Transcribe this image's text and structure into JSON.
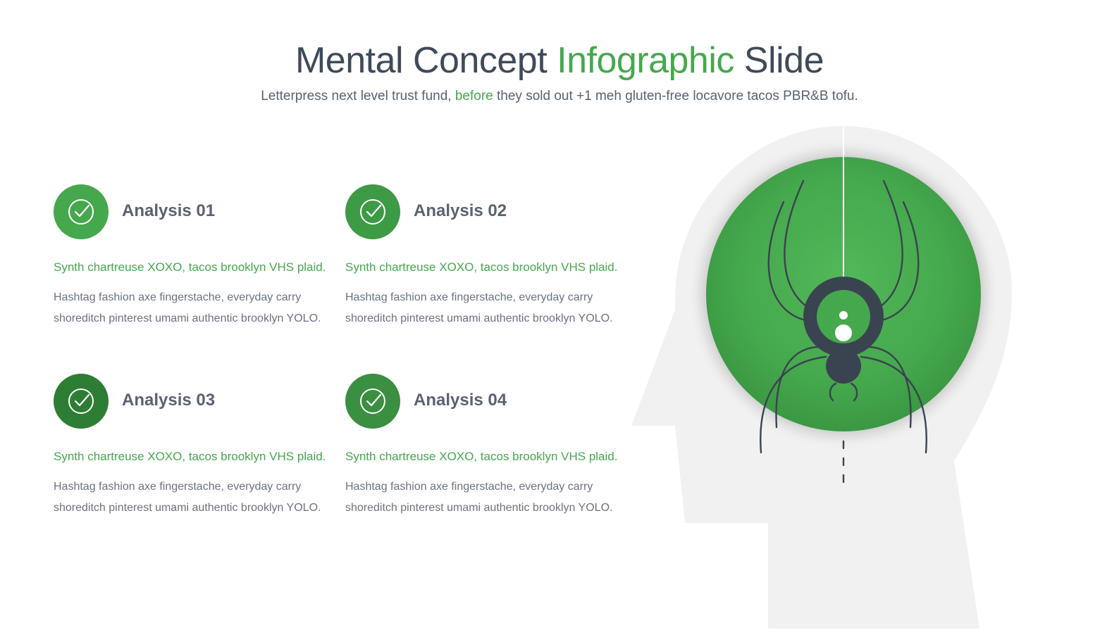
{
  "header": {
    "title_part1": "Mental Concept",
    "title_accent": "Infographic",
    "title_part3": "Slide",
    "subtitle_part1": "Letterpress next level trust fund,",
    "subtitle_accent": "before",
    "subtitle_part3": "they sold out +1 meh gluten-free locavore tacos PBR&B tofu."
  },
  "cards": [
    {
      "heading": "Analysis 01",
      "lead": "Synth chartreuse XOXO, tacos brooklyn VHS plaid.",
      "body": "Hashtag fashion axe fingerstache, everyday carry shoreditch pinterest umami authentic brooklyn YOLO.",
      "icon": "check-circle-icon",
      "color": "#45a84d"
    },
    {
      "heading": "Analysis 02",
      "lead": "Synth chartreuse XOXO, tacos brooklyn VHS plaid.",
      "body": "Hashtag fashion axe fingerstache, everyday carry shoreditch pinterest umami authentic brooklyn YOLO.",
      "icon": "check-circle-icon",
      "color": "#3d9a45"
    },
    {
      "heading": "Analysis 03",
      "lead": "Synth chartreuse XOXO, tacos brooklyn VHS plaid.",
      "body": "Hashtag fashion axe fingerstache, everyday carry shoreditch pinterest umami authentic brooklyn YOLO.",
      "icon": "check-circle-icon",
      "color": "#2e7d34"
    },
    {
      "heading": "Analysis 04",
      "lead": "Synth chartreuse XOXO, tacos brooklyn VHS plaid.",
      "body": "Hashtag fashion axe fingerstache, everyday carry shoreditch pinterest umami authentic brooklyn YOLO.",
      "icon": "check-circle-icon",
      "color": "#3a8f40"
    }
  ],
  "graphic": {
    "icon": "head-spider-icon",
    "colors": {
      "head": "#f1f1f1",
      "circle": "#45a84d",
      "spider": "#3a4350"
    }
  }
}
